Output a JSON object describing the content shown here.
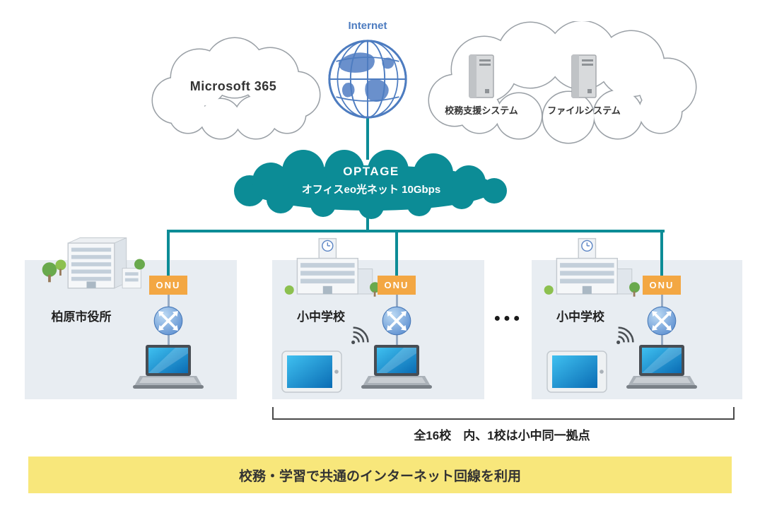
{
  "internet": {
    "label": "Internet"
  },
  "clouds": {
    "microsoft": {
      "label": "Microsoft 365"
    },
    "systems": {
      "servers": [
        {
          "label": "校務支援システム"
        },
        {
          "label": "ファイルシステム"
        }
      ]
    },
    "optage": {
      "title": "OPTAGE",
      "subtitle": "オフィスeo光ネット 10Gbps"
    }
  },
  "sites": [
    {
      "name": "柏原市役所",
      "onu_label": "ONU",
      "devices": [
        "laptop"
      ]
    },
    {
      "name": "小中学校",
      "onu_label": "ONU",
      "devices": [
        "tablet",
        "laptop"
      ]
    },
    {
      "name": "小中学校",
      "onu_label": "ONU",
      "devices": [
        "tablet",
        "laptop"
      ]
    }
  ],
  "ellipsis": "●●●",
  "scope_note": "全16校　内、1校は小中同一拠点",
  "banner": {
    "text": "校務・学習で共通のインターネット回線を利用"
  },
  "colors": {
    "teal": "#0c8c96",
    "onu_orange": "#f3a743",
    "panel_gray": "#e8edf2",
    "banner_yellow": "#f8e77b",
    "internet_blue": "#4d7cc0"
  }
}
